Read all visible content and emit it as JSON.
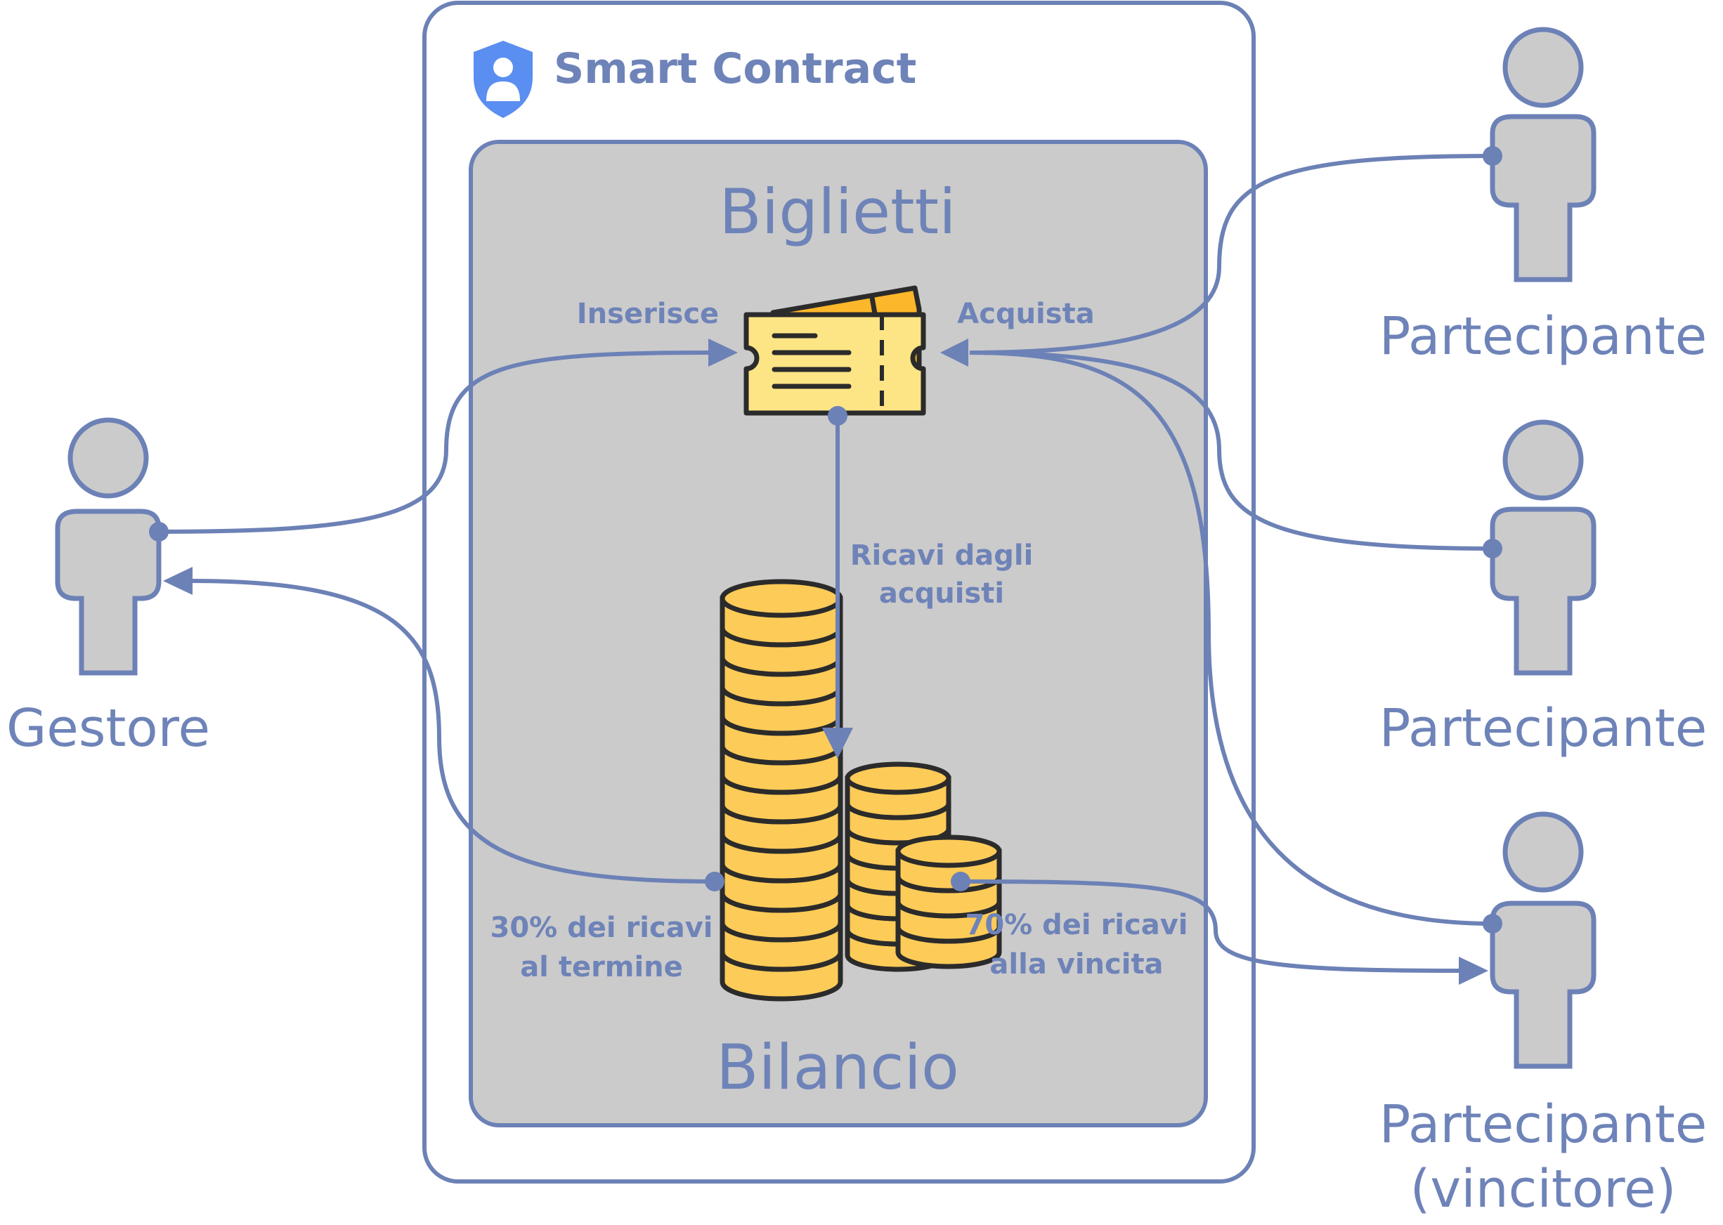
{
  "container": {
    "title": "Smart Contract"
  },
  "inner": {
    "top_label": "Biglietti",
    "bottom_label": "Bilancio"
  },
  "flows": {
    "inserisce": "Inserisce",
    "acquista": "Acquista",
    "ricavi_line1": "Ricavi dagli",
    "ricavi_line2": "acquisti",
    "gestore_share_line1": "30% dei ricavi",
    "gestore_share_line2": "al termine",
    "winner_share_line1": "70% dei ricavi",
    "winner_share_line2": "alla vincita"
  },
  "actors": {
    "gestore": "Gestore",
    "partecipante_1": "Partecipante",
    "partecipante_2": "Partecipante",
    "partecipante_3_line1": "Partecipante",
    "partecipante_3_line2": "(vincitore)"
  },
  "colors": {
    "accent": "#6c81b6",
    "panel": "#cbcbcb",
    "ticket": "#fde585",
    "coin": "#fdcb58"
  },
  "icons": [
    "shield-user-icon",
    "ticket-icon",
    "coin-stack-icon",
    "person-icon"
  ]
}
